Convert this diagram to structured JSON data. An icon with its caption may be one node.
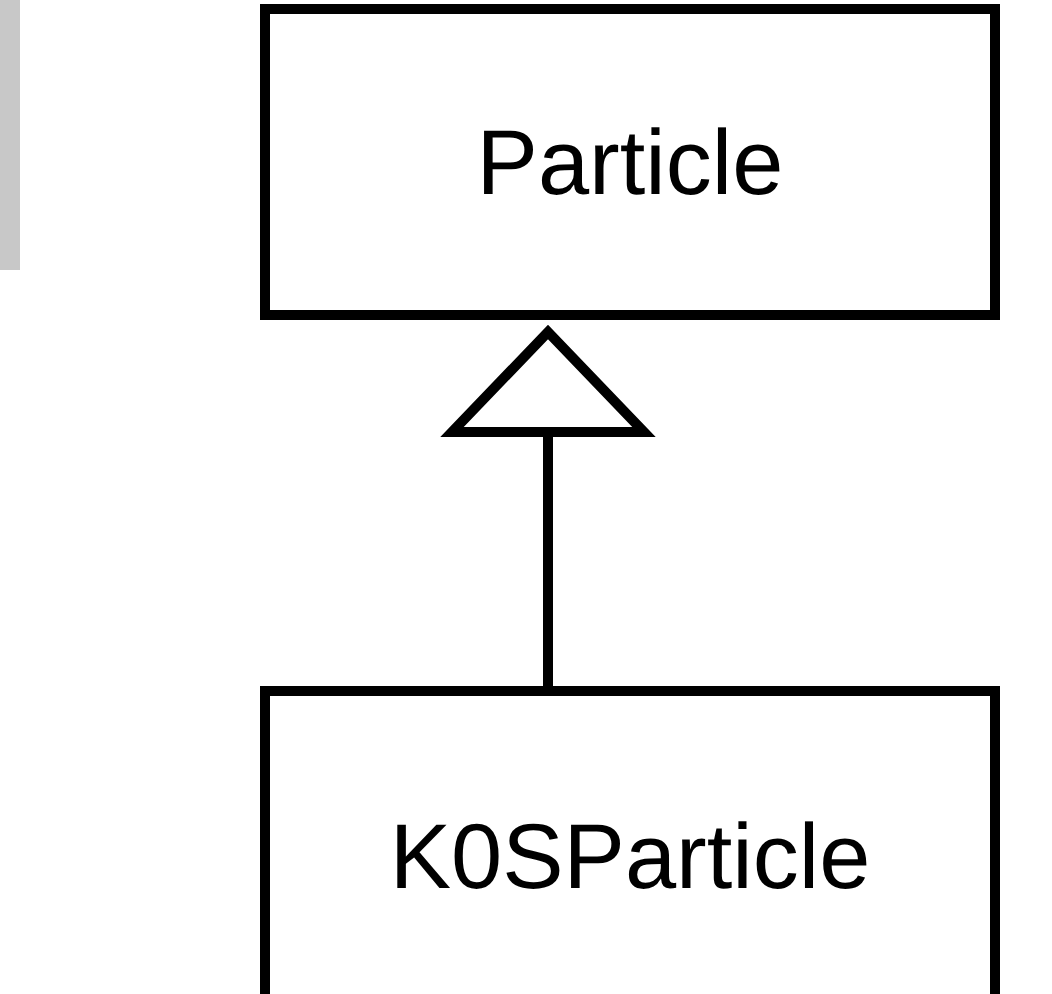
{
  "diagram": {
    "nodes": [
      {
        "text": [
          "Particle"
        ]
      },
      {
        "text": [
          "K0SParticle"
        ]
      }
    ],
    "edges": [
      {
        "from": 1,
        "to": 0,
        "arrow": "to"
      }
    ]
  }
}
